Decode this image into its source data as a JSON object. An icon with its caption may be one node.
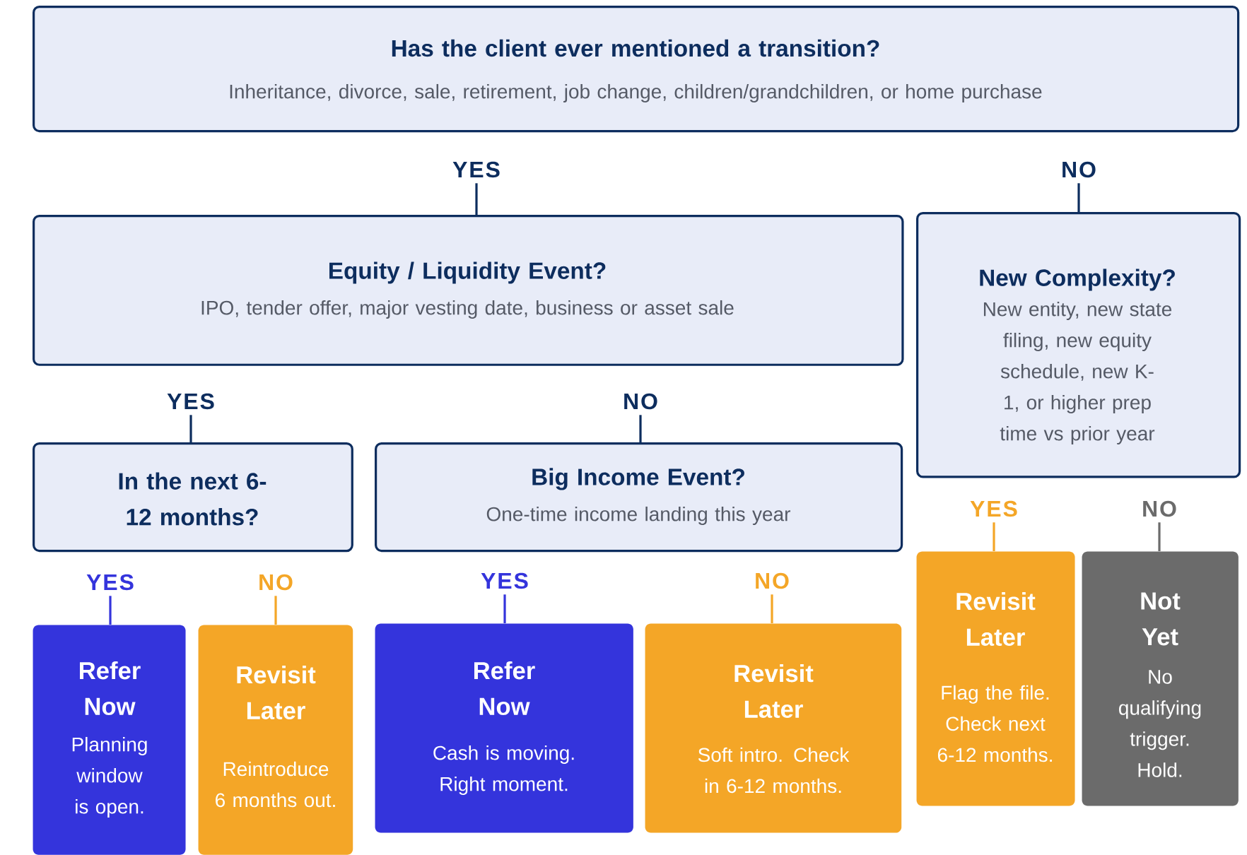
{
  "diagram": {
    "nodes": [
      {
        "text": [
          "Has the client ever mentioned a transition?",
          "Inheritance, divorce, sale, retirement, job change, children/grandchildren, or home purchase"
        ]
      },
      {
        "text": [
          "YES"
        ]
      },
      {
        "text": [
          "NO"
        ]
      },
      {
        "text": [
          "Equity / Liquidity Event?",
          "IPO, tender offer, major vesting date, business or asset sale"
        ]
      },
      {
        "text": [
          "New Complexity?",
          "New entity, new state filing, new equity schedule, new K-1, or higher prep time vs prior year"
        ]
      },
      {
        "text": [
          "YES"
        ]
      },
      {
        "text": [
          "NO"
        ]
      },
      {
        "text": [
          "In the next 6-12 months?"
        ]
      },
      {
        "text": [
          "Big Income Event?",
          "One-time income landing this year"
        ]
      },
      {
        "text": [
          "YES"
        ]
      },
      {
        "text": [
          "NO"
        ]
      },
      {
        "text": [
          "YES"
        ]
      },
      {
        "text": [
          "NO"
        ]
      },
      {
        "text": [
          "YES"
        ]
      },
      {
        "text": [
          "NO"
        ]
      },
      {
        "text": [
          "Refer Now",
          "Planning window is open."
        ]
      },
      {
        "text": [
          "Revisit Later",
          "Reintroduce 6 months out."
        ]
      },
      {
        "text": [
          "Refer Now",
          "Cash is moving. Right moment."
        ]
      },
      {
        "text": [
          "Revisit Later",
          "Soft intro. Check in 6-12 months."
        ]
      },
      {
        "text": [
          "Revisit Later",
          "Flag the file. Check next 6-12 months."
        ]
      },
      {
        "text": [
          "Not Yet",
          "No qualifying trigger. Hold."
        ]
      }
    ],
    "edges": [
      {
        "from": 1,
        "to": 3,
        "arrow": "none"
      },
      {
        "from": 2,
        "to": 4,
        "arrow": "none"
      },
      {
        "from": 5,
        "to": 7,
        "arrow": "none"
      },
      {
        "from": 6,
        "to": 8,
        "arrow": "none"
      },
      {
        "from": 9,
        "to": 15,
        "arrow": "none",
        "color": "#3434dc"
      },
      {
        "from": 10,
        "to": 16,
        "arrow": "none",
        "color": "#f4a627"
      },
      {
        "from": 11,
        "to": 17,
        "arrow": "none",
        "color": "#3434dc"
      },
      {
        "from": 12,
        "to": 18,
        "arrow": "none",
        "color": "#f4a627"
      },
      {
        "from": 13,
        "to": 19,
        "arrow": "none",
        "color": "#f4a627"
      },
      {
        "from": 14,
        "to": 20,
        "arrow": "none",
        "color": "#6b6b6b"
      }
    ]
  }
}
